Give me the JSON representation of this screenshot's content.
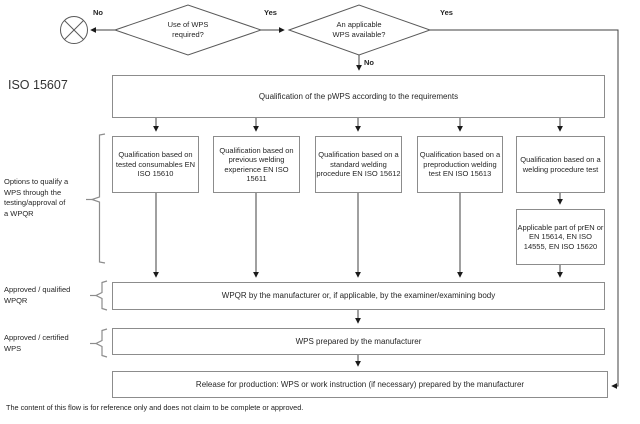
{
  "page": {
    "footer": "The content of this flow is for reference only and does not claim to be complete or approved."
  },
  "flow": {
    "standard_label": "ISO 15607",
    "decision_use_of_wps": {
      "question": "Use of WPS\nrequired?",
      "no": "No",
      "yes": "Yes"
    },
    "decision_wps_available": {
      "question": "An applicable\nWPS available?",
      "yes": "Yes",
      "no": "No"
    },
    "pwps_box": "Qualification of the pWPS according to the requirements",
    "options_bracket_label": "Options to qualify a\nWPS through the\ntesting/approval of\na WPQR",
    "options": [
      {
        "text": "Qualification based\non tested\nconsumables\nEN ISO 15610"
      },
      {
        "text": "Qualification based\non previous\nwelding experience\nEN ISO 15611"
      },
      {
        "text": "Qualification based\non a standard\nwelding procedure\nEN ISO 15612"
      },
      {
        "text": "Qualification based\non a preproduction\nwelding test\nEN ISO 15613"
      },
      {
        "text": "Qualification based\non a welding\nprocedure test"
      }
    ],
    "applicable_part_box": "Applicable part of\nprEN or EN 15614,\nEN ISO 14555, EN\nISO 15620",
    "wpqr_bracket_label": "Approved / qualified\nWPQR",
    "wpqr_box": "WPQR by the manufacturer or, if applicable, by the examiner/examining body",
    "wps_bracket_label": "Approved / certified\nWPS",
    "wps_box": "WPS prepared by the manufacturer",
    "release_box": "Release for production: WPS or work instruction (if necessary) prepared by the manufacturer"
  },
  "colors": {
    "box_border": "#8c8c8c",
    "connector_line": "#595959",
    "arrowhead": "#1a1a1a",
    "text": "#262626",
    "background": "#ffffff"
  }
}
